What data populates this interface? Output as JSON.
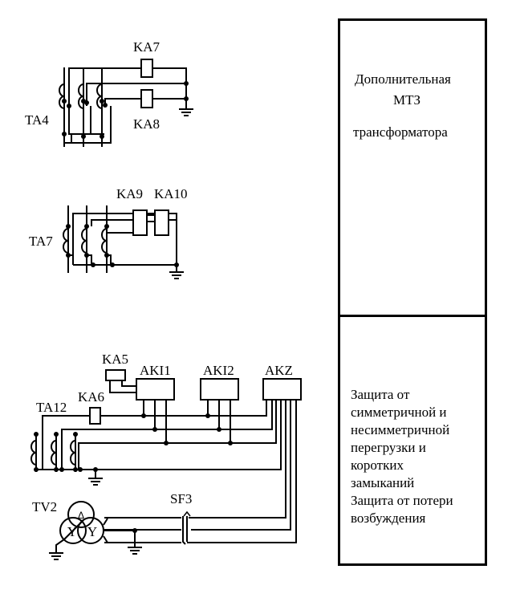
{
  "schematic": {
    "groups": [
      {
        "ct": "TA4",
        "relays": [
          "KA7",
          "KA8"
        ]
      },
      {
        "ct": "TA7",
        "relays": [
          "KA9",
          "KA10"
        ]
      },
      {
        "ct": "TA12",
        "relays": [
          "KA5",
          "KA6"
        ],
        "devices": [
          "AKI1",
          "AKI2",
          "AKZ"
        ]
      }
    ],
    "labels": {
      "ka7": "KA7",
      "ka8": "KA8",
      "ta4": "TA4",
      "ka9": "KA9",
      "ka10": "KA10",
      "ta7": "TA7",
      "ka5": "KA5",
      "ka6": "KA6",
      "ta12": "TA12",
      "aki1": "AKI1",
      "aki2": "AKI2",
      "akz": "AKZ",
      "tv2": "TV2",
      "sf3": "SF3",
      "delta": "Δ",
      "wye": "Y"
    }
  },
  "panels": {
    "top": {
      "line1": "Дополнительная",
      "line2": "МТЗ",
      "line3": "трансформатора"
    },
    "bottom": {
      "lines": [
        "Защита от",
        "симметричной и",
        "несимметричной",
        "перегрузки и",
        "коротких",
        "замыканий",
        "Защита от потери",
        "возбуждения"
      ]
    }
  }
}
